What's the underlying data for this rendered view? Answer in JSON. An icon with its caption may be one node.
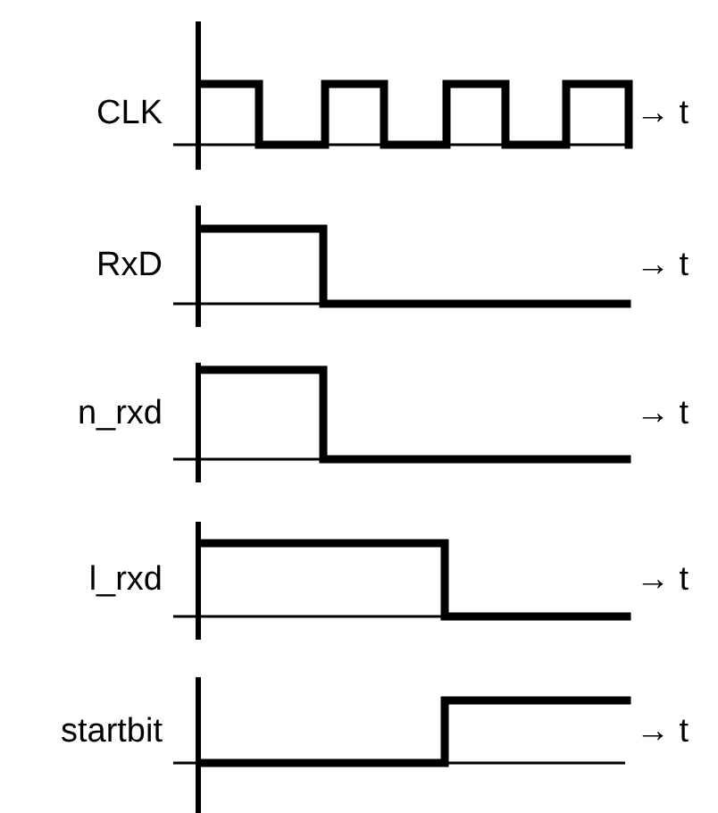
{
  "diagram": {
    "labels": [
      "CLK",
      "→ t",
      "RxD",
      "→ t",
      "n_rxd",
      "→ t",
      "l_rxd",
      "→ t",
      "startbit",
      "→ t"
    ]
  }
}
